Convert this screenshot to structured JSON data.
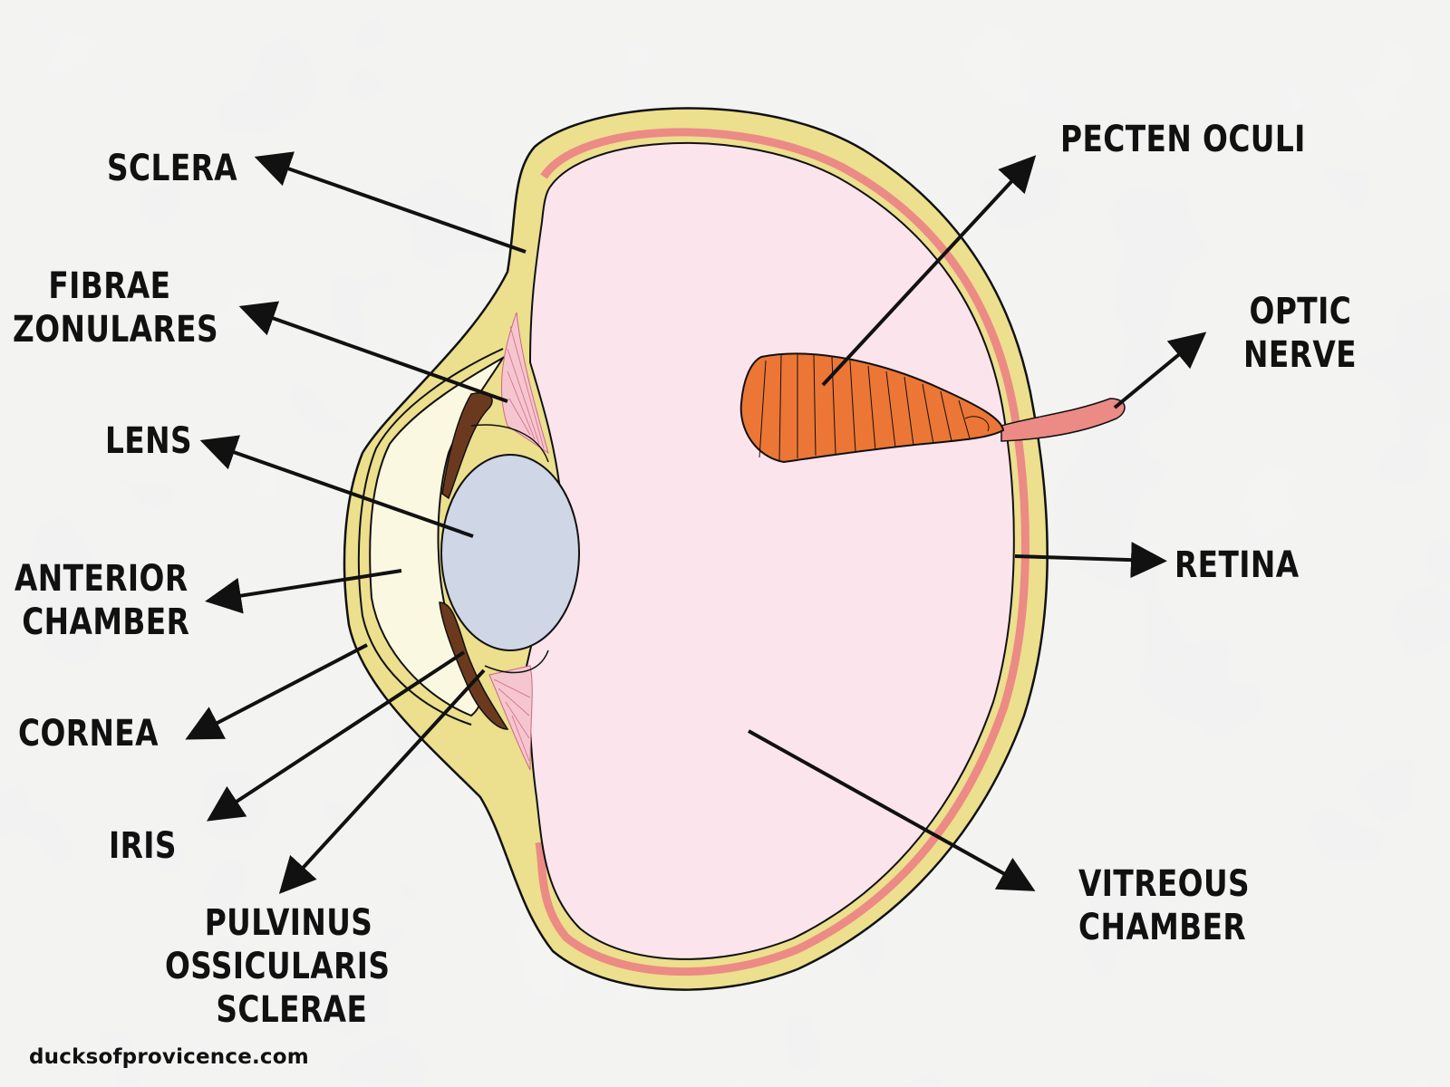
{
  "labels": {
    "sclera": "SCLERA",
    "fibrae_zonulares": [
      "FIBRAE",
      "ZONULARES"
    ],
    "lens": "LENS",
    "anterior_chamber": [
      "ANTERIOR",
      "CHAMBER"
    ],
    "cornea": "CORNEA",
    "iris": "IRIS",
    "pulvinus_ossicularis_sclerae": [
      "PULVINUS",
      "OSSICULARIS",
      "SCLERAE"
    ],
    "pecten_oculi": "PECTEN OCULI",
    "optic_nerve": [
      "OPTIC",
      "NERVE"
    ],
    "retina": "RETINA",
    "vitreous_chamber": [
      "VITREOUS",
      "CHAMBER"
    ]
  },
  "credit": "ducksofprovicence.com",
  "colors": {
    "sclera": "#ecdf8d",
    "retina": "#ec8a86",
    "vitreous": "#fbe4ec",
    "pecten": "#ec7635",
    "lens": "#cfd6e6",
    "anterior_chamber": "#fbf8e2",
    "iris": "#6b3a1e",
    "zonules": "#f6c6d0",
    "ink": "#111111"
  }
}
